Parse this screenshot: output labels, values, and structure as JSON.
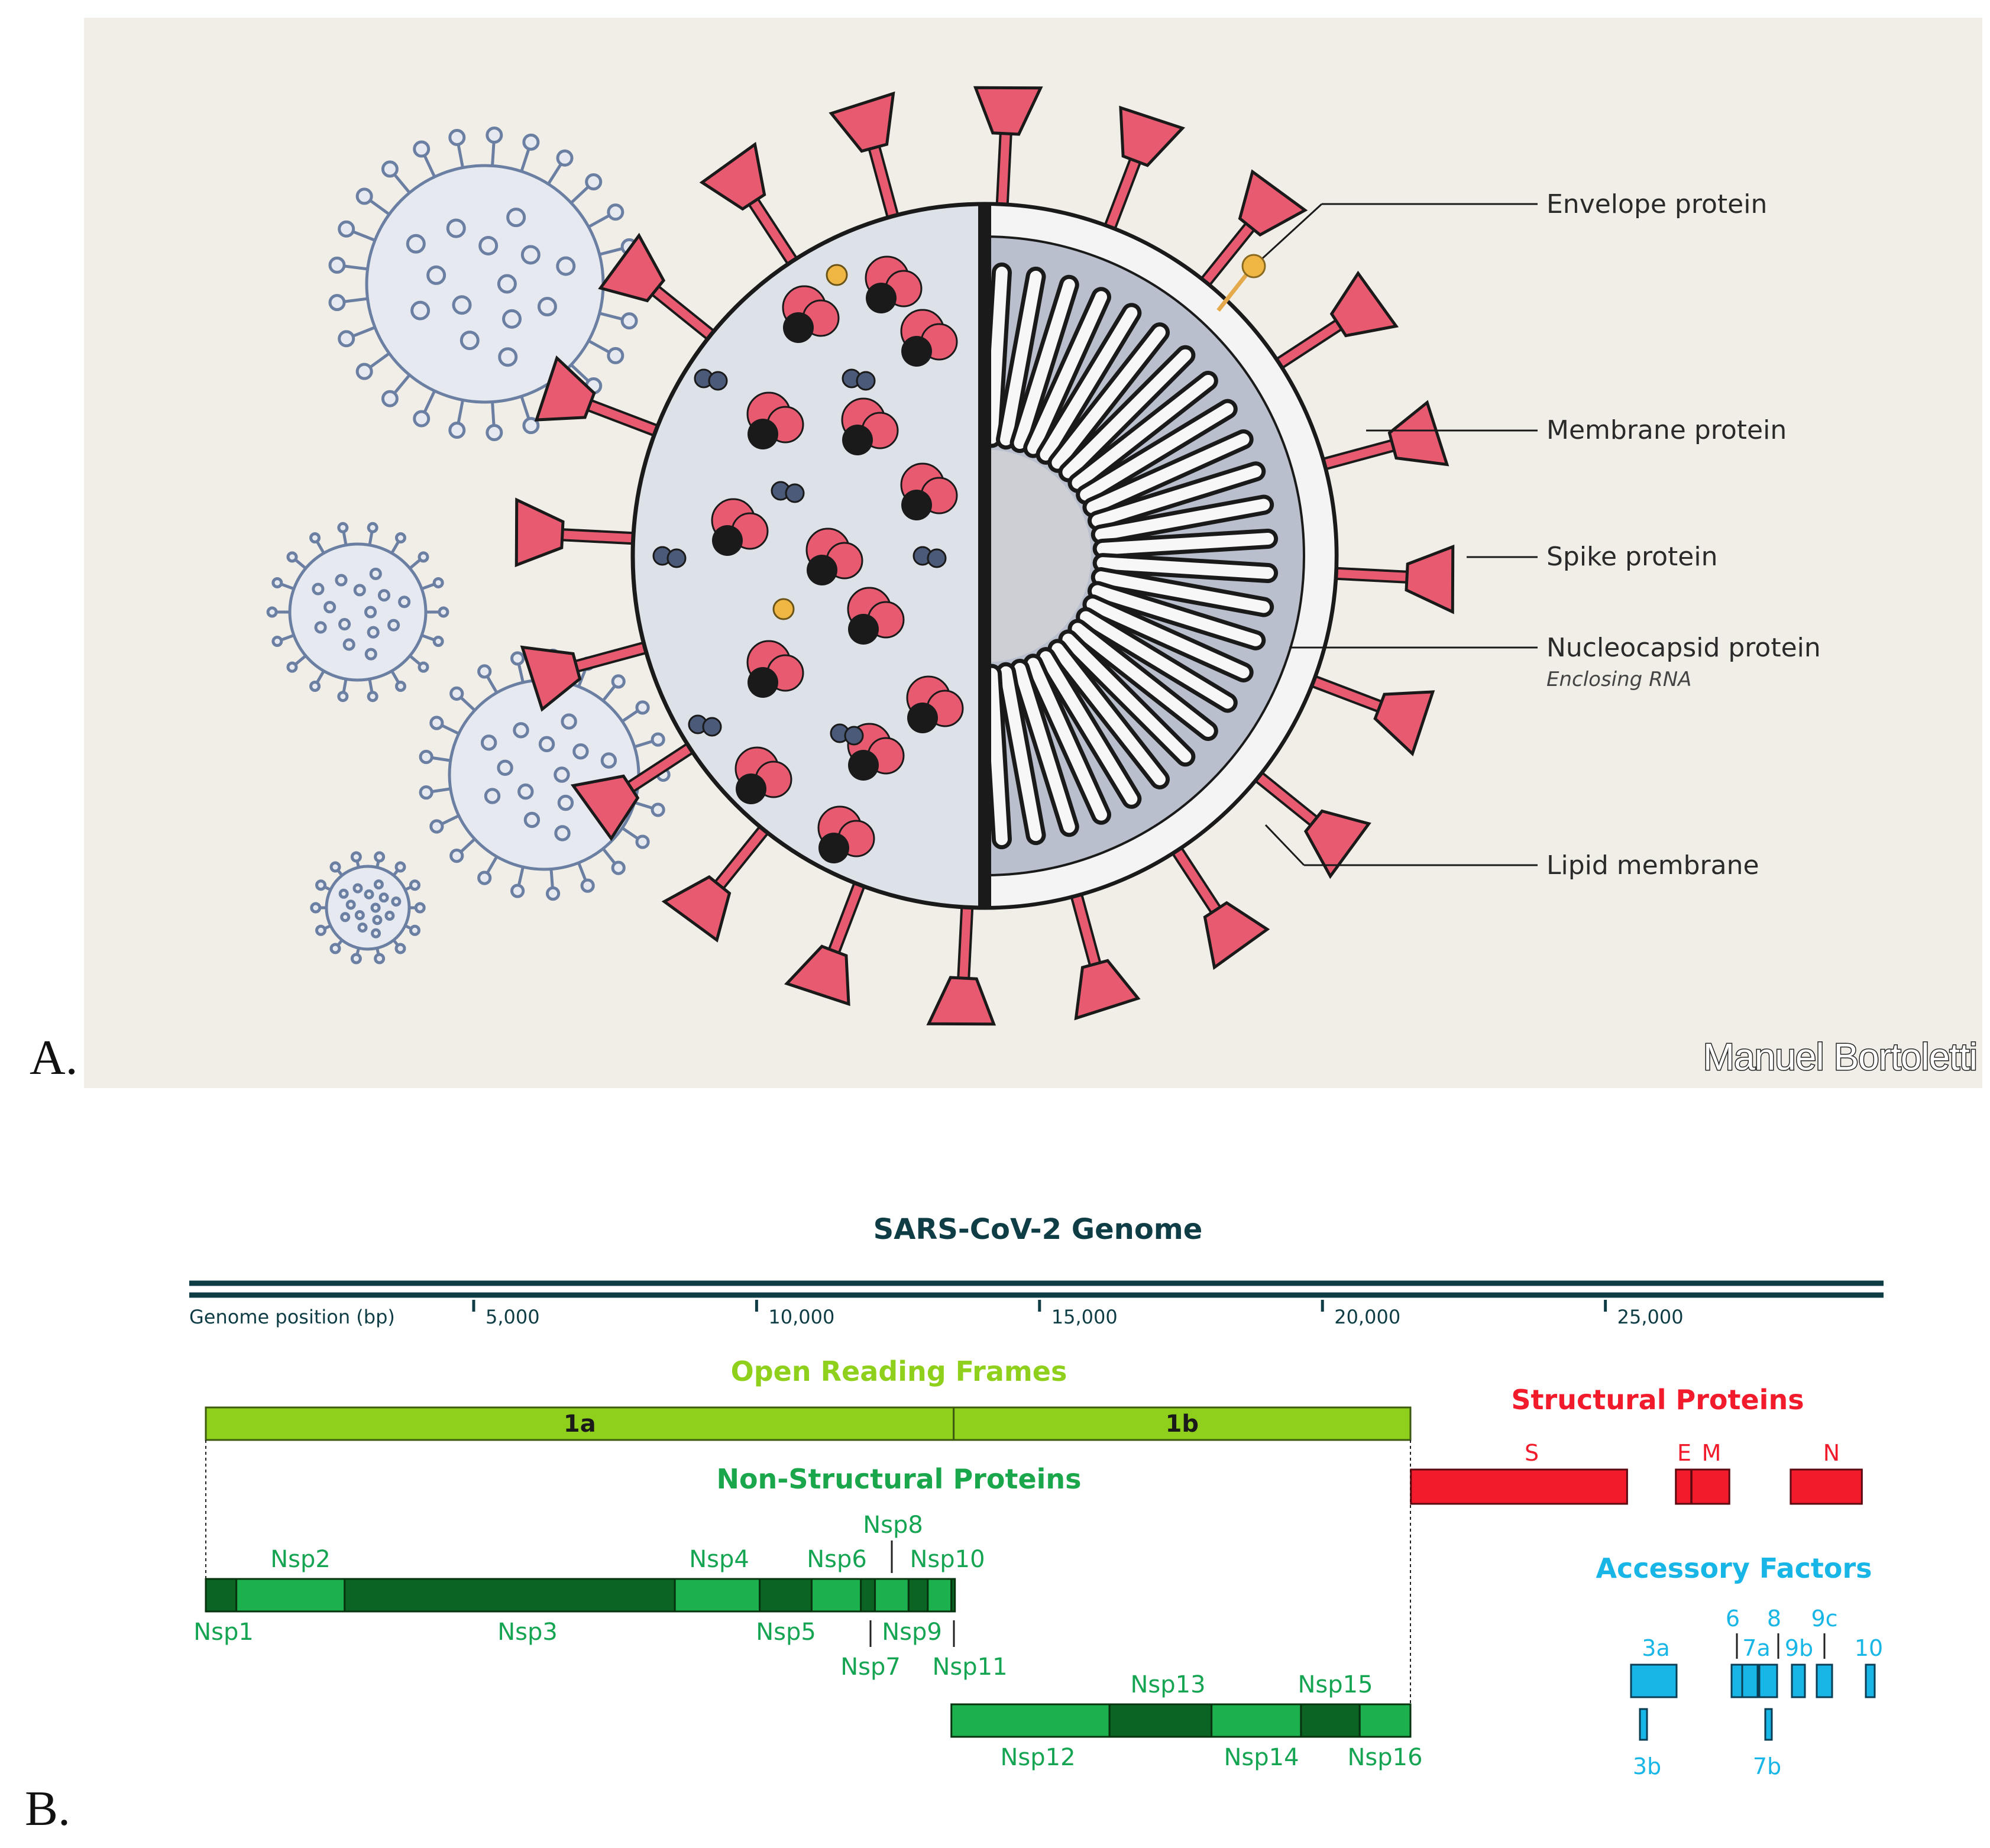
{
  "panel_a": {
    "label": "A.",
    "credit": "Manuel Bortoletti",
    "callouts": {
      "envelope": "Envelope protein",
      "membrane": "Membrane protein",
      "spike": "Spike protein",
      "nucleocapsid": "Nucleocapsid protein",
      "nucleocapsid_sub": "Enclosing RNA",
      "lipid": "Lipid membrane"
    },
    "colors": {
      "background": "#f1eee8",
      "spike": "#e85a70",
      "outline": "#1a1a1a",
      "virus_sketch": "#6b7fa3",
      "envelope_dot": "#f0b643",
      "membrane_dot": "#4a5a78"
    }
  },
  "panel_b": {
    "label": "B.",
    "title": "SARS-CoV-2 Genome",
    "axis_label": "Genome position (bp)",
    "ticks": [
      {
        "pos": 5000,
        "label": "5,000"
      },
      {
        "pos": 10000,
        "label": "10,000"
      },
      {
        "pos": 15000,
        "label": "15,000"
      },
      {
        "pos": 20000,
        "label": "20,000"
      },
      {
        "pos": 25000,
        "label": "25,000"
      }
    ],
    "genome_length": 29903,
    "orf_title": "Open Reading Frames",
    "orfs": [
      {
        "label": "1a",
        "start": 266,
        "end": 13483
      },
      {
        "label": "1b",
        "start": 13483,
        "end": 21555
      }
    ],
    "nsp_title": "Non-Structural Proteins",
    "nsp_row1": [
      {
        "name": "Nsp1",
        "start": 266,
        "end": 805,
        "shade": "dark"
      },
      {
        "name": "Nsp2",
        "start": 806,
        "end": 2719,
        "shade": "light"
      },
      {
        "name": "Nsp3",
        "start": 2720,
        "end": 8554,
        "shade": "dark"
      },
      {
        "name": "Nsp4",
        "start": 8555,
        "end": 10054,
        "shade": "light"
      },
      {
        "name": "Nsp5",
        "start": 10055,
        "end": 10972,
        "shade": "dark"
      },
      {
        "name": "Nsp6",
        "start": 10973,
        "end": 11842,
        "shade": "light"
      },
      {
        "name": "Nsp7",
        "start": 11843,
        "end": 12091,
        "shade": "dark"
      },
      {
        "name": "Nsp8",
        "start": 12092,
        "end": 12685,
        "shade": "light"
      },
      {
        "name": "Nsp9",
        "start": 12686,
        "end": 13024,
        "shade": "dark"
      },
      {
        "name": "Nsp10",
        "start": 13025,
        "end": 13441,
        "shade": "light"
      },
      {
        "name": "Nsp11",
        "start": 13442,
        "end": 13483,
        "shade": "dark"
      }
    ],
    "nsp_row2": [
      {
        "name": "Nsp12",
        "start": 13442,
        "end": 16236,
        "shade": "light"
      },
      {
        "name": "Nsp13",
        "start": 16237,
        "end": 18039,
        "shade": "dark"
      },
      {
        "name": "Nsp14",
        "start": 18040,
        "end": 19620,
        "shade": "light"
      },
      {
        "name": "Nsp15",
        "start": 19621,
        "end": 20658,
        "shade": "dark"
      },
      {
        "name": "Nsp16",
        "start": 20659,
        "end": 21555,
        "shade": "light"
      }
    ],
    "structural_title": "Structural Proteins",
    "structural": [
      {
        "name": "S",
        "start": 21563,
        "end": 25384
      },
      {
        "name": "E",
        "start": 26245,
        "end": 26472
      },
      {
        "name": "M",
        "start": 26523,
        "end": 27191
      },
      {
        "name": "N",
        "start": 28274,
        "end": 29533
      }
    ],
    "accessory_title": "Accessory Factors",
    "accessory": [
      {
        "name": "3a",
        "start": 25393,
        "end": 26220
      },
      {
        "name": "3b",
        "start": 25814,
        "end": 25882
      },
      {
        "name": "6",
        "start": 27202,
        "end": 27387
      },
      {
        "name": "7a",
        "start": 27394,
        "end": 27759
      },
      {
        "name": "7b",
        "start": 27756,
        "end": 27887
      },
      {
        "name": "8",
        "start": 27894,
        "end": 28259
      },
      {
        "name": "9b",
        "start": 28284,
        "end": 28577
      },
      {
        "name": "9c",
        "start": 28734,
        "end": 28955
      },
      {
        "name": "10",
        "start": 29558,
        "end": 29674
      }
    ],
    "colors": {
      "title": "#0f3d45",
      "orf": "#8fd01c",
      "nsp_title": "#1aa64a",
      "nsp_light": "#1db04e",
      "nsp_dark": "#0b6424",
      "nsp_text": "#15a552",
      "structural": "#f21b2b",
      "accessory": "#17b6e6"
    }
  }
}
